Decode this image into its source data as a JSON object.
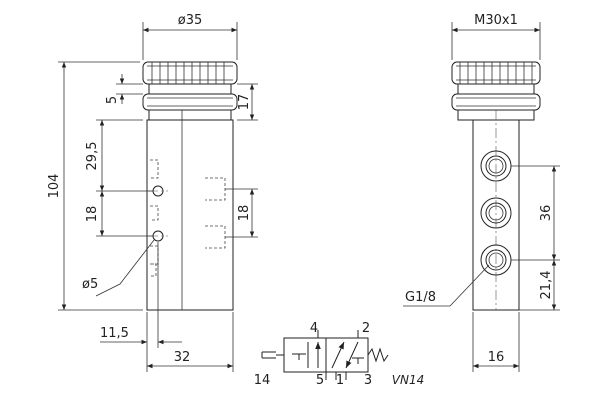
{
  "front_view": {
    "diameter_top": "ø35",
    "height_total": "104",
    "knob_gap": "5",
    "knob_height": "17",
    "offset_top_port": "29,5",
    "port_spacing": "18",
    "port_spacing_right": "18",
    "port_hole": "ø5",
    "edge_offset": "11,5",
    "body_width": "32"
  },
  "side_view": {
    "thread": "M30x1",
    "port_spacing": "36",
    "bottom_offset": "21,4",
    "port_thread": "G1/8",
    "body_width": "16"
  },
  "symbol": {
    "port_4": "4",
    "port_2": "2",
    "port_14": "14",
    "port_5": "5",
    "port_1": "1",
    "port_3": "3",
    "code": "VN14"
  }
}
